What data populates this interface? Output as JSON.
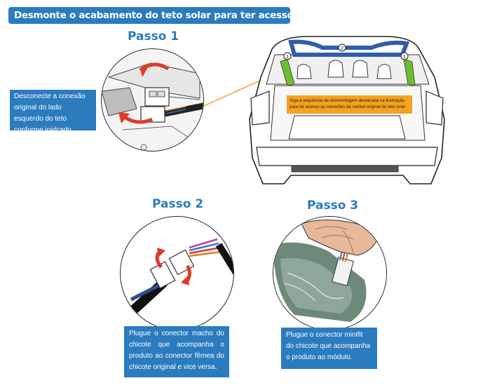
{
  "header": {
    "title": "Desmonte o acabamento do teto solar para ter acesso as conexões"
  },
  "steps": [
    {
      "title": "Passo 1",
      "instruction": "Desconecte a conexão original do lado esquerdo do teto conforme inidcado"
    },
    {
      "title": "Passo 2",
      "instruction": "Plugue o conector macho do chicote que acompanha o produto ao conector fêmea do chicote original e vice versa."
    },
    {
      "title": "Passo 3",
      "instruction": "Plugue o conector minifit do chicote que acompanha o produto ao módulo."
    }
  ],
  "car_illustration": {
    "note": "Siga a sequência de desmontagem destacada na ilustração para ter acesso as conexões da central original do teto solar",
    "markers": [
      "1",
      "2",
      "1"
    ]
  },
  "colors": {
    "brand_blue": "#2b7bbf",
    "note_orange": "#f6a21d",
    "highlight_green": "#6bbf2e",
    "highlight_blue": "#2e5ea8",
    "arrow_red": "#e03a2a"
  }
}
